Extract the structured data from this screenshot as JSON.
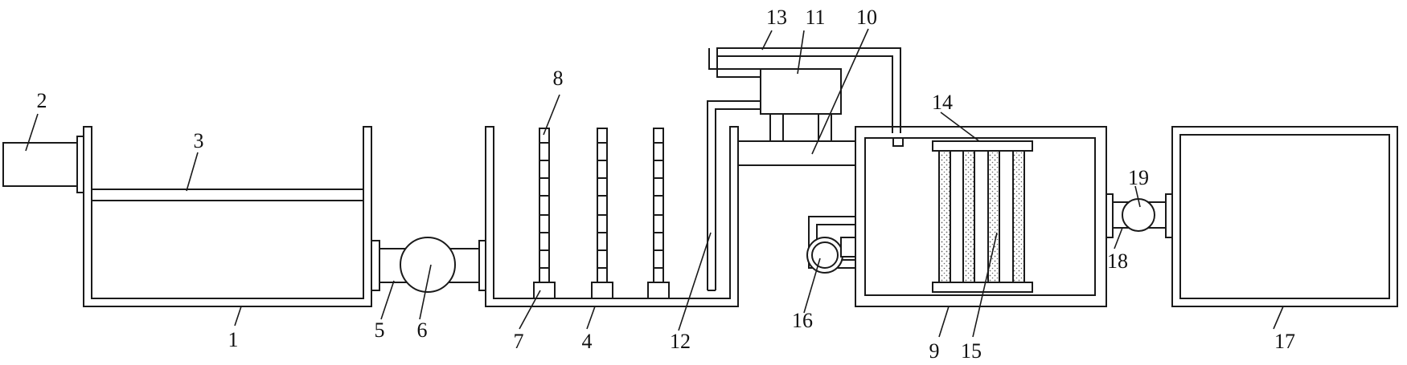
{
  "callouts": {
    "c1": "1",
    "c2": "2",
    "c3": "3",
    "c4": "4",
    "c5": "5",
    "c6": "6",
    "c7": "7",
    "c8": "8",
    "c9": "9",
    "c10": "10",
    "c11": "11",
    "c12": "12",
    "c13": "13",
    "c14": "14",
    "c15": "15",
    "c16": "16",
    "c17": "17",
    "c18": "18",
    "c19": "19"
  },
  "colors": {
    "line": "#1a1a1a",
    "fill": "#ffffff",
    "speckle": "#666666"
  }
}
